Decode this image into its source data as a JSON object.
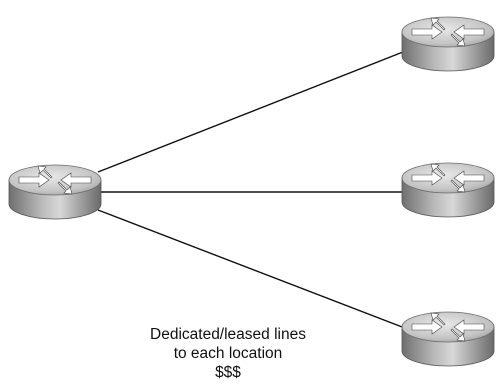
{
  "diagram": {
    "caption_lines": [
      "Dedicated/leased lines",
      "to each location",
      "$$$"
    ],
    "nodes": [
      {
        "name": "hub-router",
        "icon": "router-icon"
      },
      {
        "name": "remote-router-top",
        "icon": "router-icon"
      },
      {
        "name": "remote-router-middle",
        "icon": "router-icon"
      },
      {
        "name": "remote-router-bottom",
        "icon": "router-icon"
      }
    ],
    "links": [
      {
        "from": "hub-router",
        "to": "remote-router-top"
      },
      {
        "from": "hub-router",
        "to": "remote-router-middle"
      },
      {
        "from": "hub-router",
        "to": "remote-router-bottom"
      }
    ],
    "colors": {
      "line": "#111111",
      "router_body": "#a9a9a9",
      "router_top": "#d4d4d4",
      "arrows": "#ffffff"
    }
  }
}
